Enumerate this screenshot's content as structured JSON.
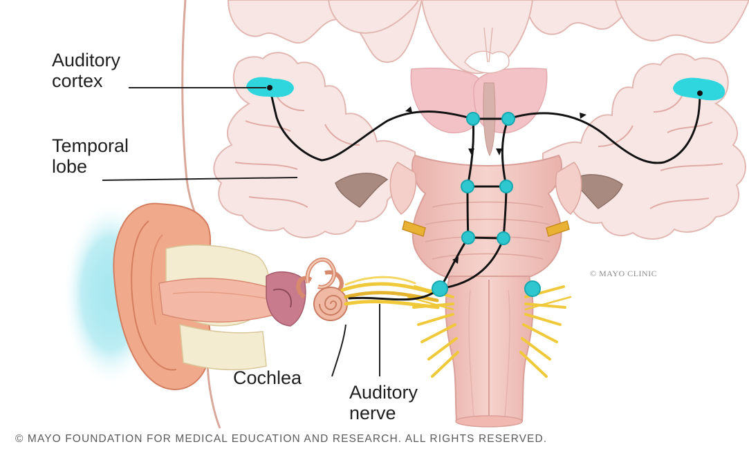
{
  "labels": {
    "auditory_cortex": [
      "Auditory",
      "cortex"
    ],
    "temporal_lobe": [
      "Temporal",
      "lobe"
    ],
    "cochlea": "Cochlea",
    "auditory_nerve": [
      "Auditory",
      "nerve"
    ]
  },
  "watermark": "© MAYO CLINIC",
  "copyright": "© MAYO FOUNDATION FOR MEDICAL EDUCATION AND RESEARCH. ALL RIGHTS RESERVED.",
  "colors": {
    "brain_tissue": "#f8e6e4",
    "brain_outline": "#e2b7b2",
    "deep_nuclei": "#f2c2c6",
    "brainstem": "#f1c7c0",
    "ear_skin": "#f0a98a",
    "pathway_node": "#2ec7cf",
    "auditory_cortex_highlight": "#2fd6de",
    "nerve": "#f0c93a",
    "pathway_line": "#121212",
    "sound_glow": "#58d7e6"
  }
}
